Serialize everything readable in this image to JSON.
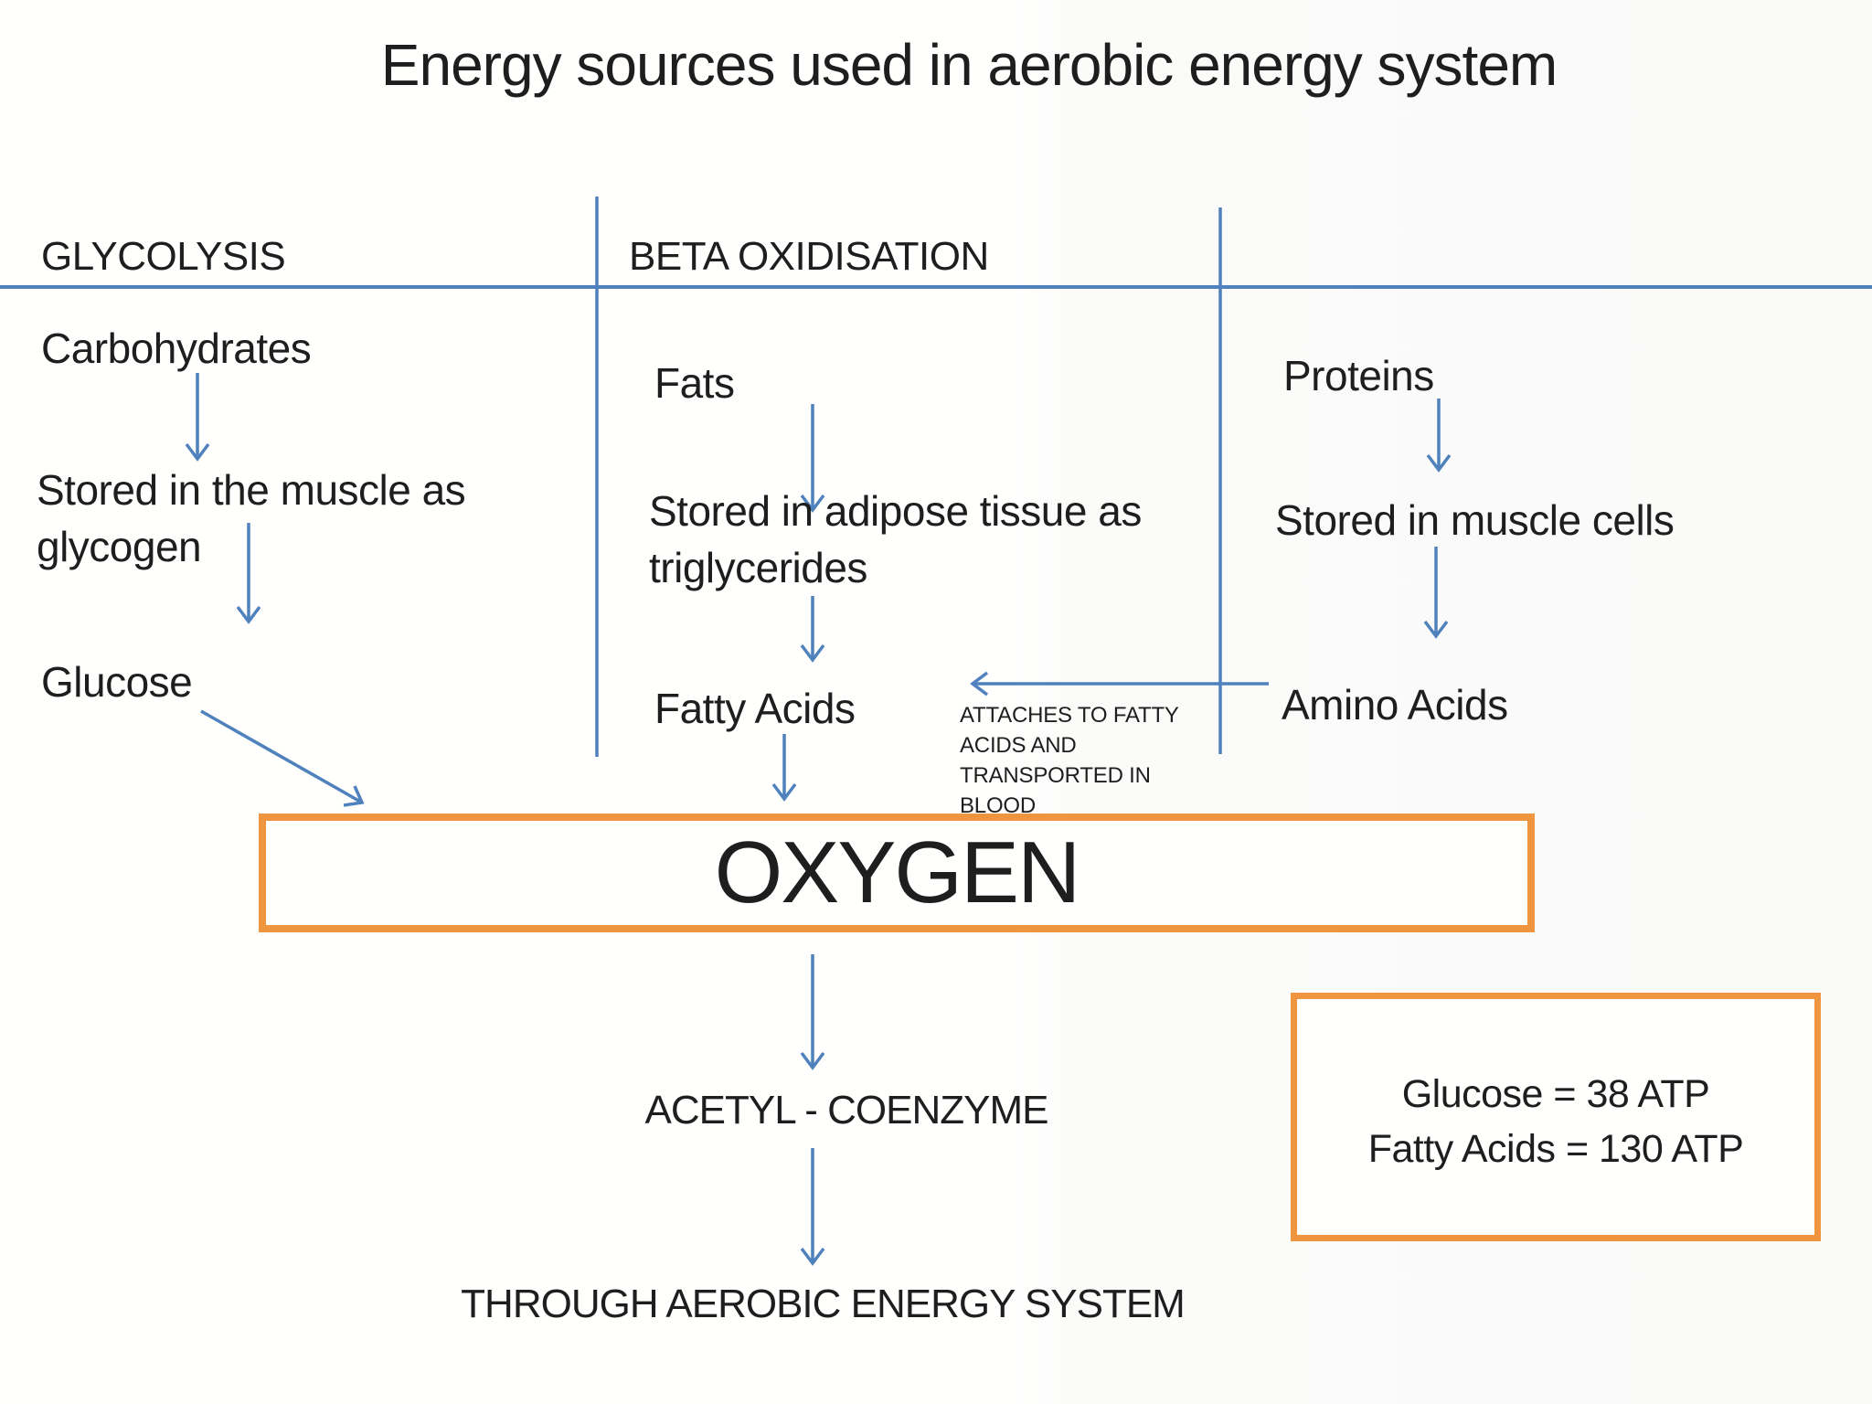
{
  "slide": {
    "title": "Energy sources used in aerobic energy system"
  },
  "colors": {
    "connector_blue": "#4f81bd",
    "box_orange": "#f0953f",
    "text": "#1e1e1e",
    "background": "#fffffe"
  },
  "columns": {
    "glycolysis": {
      "header": "GLYCOLYSIS",
      "source": "Carbohydrates",
      "storage_lines": [
        "Stored in the muscle as",
        "glycogen"
      ],
      "product": "Glucose"
    },
    "beta_oxidisation": {
      "header": "BETA OXIDISATION",
      "source": "Fats",
      "storage_lines": [
        "Stored in adipose tissue as",
        "triglycerides"
      ],
      "product": "Fatty Acids"
    },
    "proteins": {
      "source": "Proteins",
      "storage_lines": [
        "Stored in muscle cells"
      ],
      "product": "Amino Acids",
      "note_lines": [
        "ATTACHES TO FATTY",
        "ACIDS AND",
        "TRANSPORTED IN",
        "BLOOD"
      ]
    }
  },
  "oxygen": {
    "label": "OXYGEN"
  },
  "flow": {
    "acetyl_label": "ACETYL - COENZYME",
    "outcome_label": "THROUGH AEROBIC ENERGY SYSTEM"
  },
  "atp_box": {
    "lines": [
      "Glucose = 38 ATP",
      "Fatty Acids = 130 ATP"
    ]
  }
}
